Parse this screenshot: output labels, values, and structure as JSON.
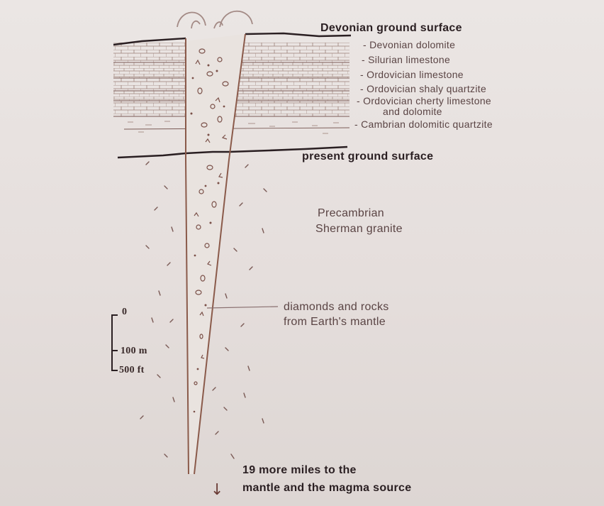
{
  "labels": {
    "devonian_ground_surface": "Devonian ground surface",
    "present_ground_surface": "present ground surface",
    "precambrian": "Precambrian",
    "sherman_granite": "Sherman granite",
    "diamonds_line1": "diamonds and rocks",
    "diamonds_line2": "from Earth's mantle",
    "bottom_line1": "19 more miles to the",
    "bottom_line2": "mantle and the magma source"
  },
  "layers": [
    "- Devonian dolomite",
    "- Silurian limestone",
    "- Ordovician limestone",
    "- Ordovician shaly quartzite",
    "- Ordovician cherty limestone",
    "and dolomite",
    "- Cambrian dolomitic quartzite"
  ],
  "scale_bar": {
    "zero": "0",
    "meters": "100 m",
    "feet": "500 ft"
  },
  "colors": {
    "ink": "#2a1f22",
    "pipe": "#8a5a4a",
    "layer_text": "#5a4444",
    "paper": "#e8e2e0"
  }
}
